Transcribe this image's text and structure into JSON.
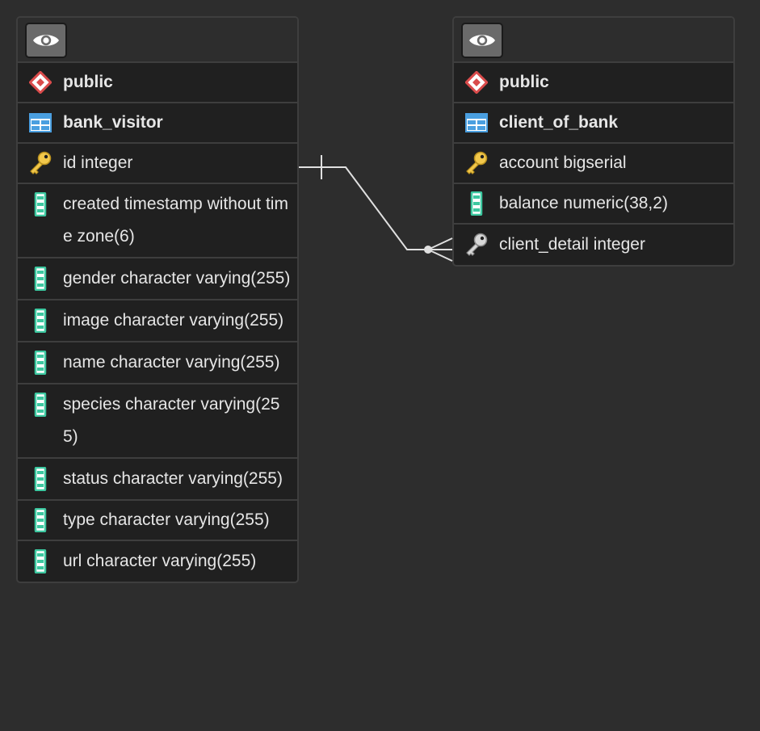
{
  "tables": [
    {
      "schema": "public",
      "name": "bank_visitor",
      "columns": [
        "id integer",
        "created timestamp without time zone(6)",
        "gender character varying(255)",
        "image character varying(255)",
        "name character varying(255)",
        "species character varying(255)",
        "status character varying(255)",
        "type character varying(255)",
        "url character varying(255)"
      ]
    },
    {
      "schema": "public",
      "name": "client_of_bank",
      "columns": [
        "account bigserial",
        "balance numeric(38,2)",
        "client_detail integer"
      ]
    }
  ],
  "relationship": {
    "from": "bank_visitor.id",
    "to": "client_of_bank.client_detail",
    "from_cardinality": "one",
    "to_cardinality": "zero-or-many"
  },
  "colors": {
    "background": "#2d2d2d",
    "table_body": "#202020",
    "border": "#3e3e3e",
    "schema_icon": "#d94b4b",
    "table_icon": "#4a9fe0",
    "primary_key_icon": "#f2c84b",
    "foreign_key_icon": "#c8c8c8",
    "column_icon": "#3cc8a0",
    "relationship_line": "#e0e0e0"
  },
  "icons": {
    "view_button": "eye-icon",
    "schema": "schema-icon",
    "table": "table-icon",
    "primary_key": "primary-key-icon",
    "foreign_key": "foreign-key-icon",
    "column": "column-icon"
  }
}
